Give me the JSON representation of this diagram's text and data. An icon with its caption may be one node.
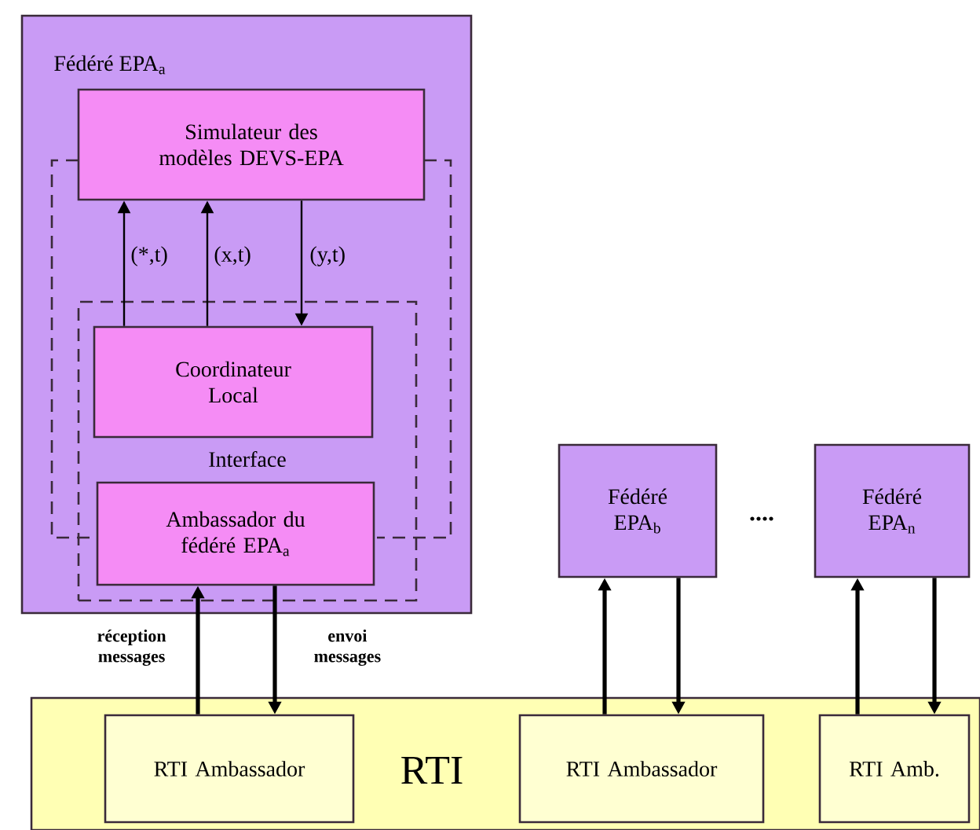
{
  "diagram": {
    "nodes": [
      {
        "text": [
          "Fédéré EPA$_{a}$"
        ]
      },
      {
        "text": [
          "Simulateur des modèles DEVS-EPA"
        ],
        "in": 0
      },
      {
        "text": [
          "Interface"
        ],
        "in": 0
      },
      {
        "text": [
          "Coordinateur Local"
        ],
        "in": 2
      },
      {
        "text": [
          "Ambassador du fédéré EPA$_{a}$"
        ],
        "in": 2
      },
      {
        "text": [
          "Fédéré EPA$_{b}$"
        ]
      },
      {
        "text": [
          "Fédéré EPA$_{n}$"
        ]
      },
      {
        "text": [
          "RTI"
        ]
      },
      {
        "text": [
          "RTI Ambassador"
        ],
        "in": 7
      },
      {
        "text": [
          "RTI Ambassador"
        ],
        "in": 7
      },
      {
        "text": [
          "RTI Amb."
        ],
        "in": 7
      }
    ],
    "edges": [
      {
        "from": 3,
        "to": 1,
        "arrow": "to",
        "label": "(*,t)"
      },
      {
        "from": 3,
        "to": 1,
        "arrow": "to",
        "label": "(x,t)"
      },
      {
        "from": 1,
        "to": 3,
        "arrow": "to",
        "label": "(y,t)"
      },
      {
        "from": 8,
        "to": 4,
        "arrow": "to",
        "label": "réception messages"
      },
      {
        "from": 4,
        "to": 8,
        "arrow": "to",
        "label": "envoi messages"
      },
      {
        "from": 9,
        "to": 5,
        "arrow": "to"
      },
      {
        "from": 5,
        "to": 9,
        "arrow": "to"
      },
      {
        "from": 10,
        "to": 6,
        "arrow": "to"
      },
      {
        "from": 6,
        "to": 10,
        "arrow": "to"
      }
    ],
    "labels": [
      "...."
    ]
  }
}
